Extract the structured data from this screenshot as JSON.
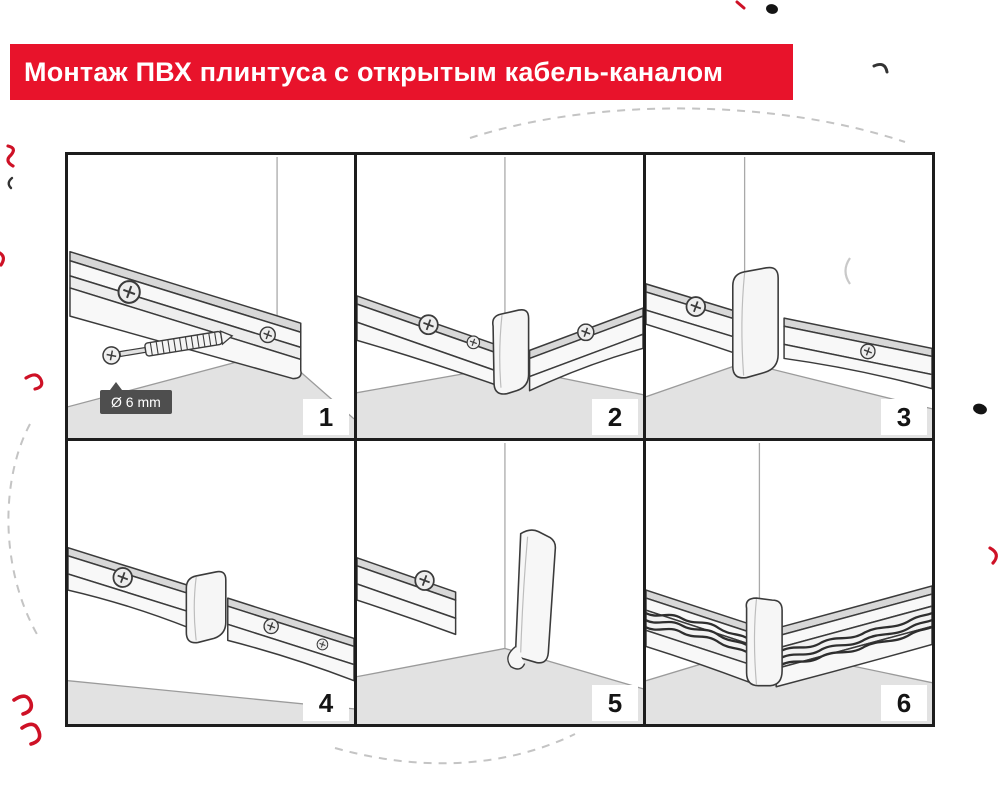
{
  "header": {
    "title": "Монтаж ПВХ плинтуса с открытым кабель-каналом"
  },
  "steps": [
    {
      "number": "1",
      "badge": "Ø 6 mm"
    },
    {
      "number": "2"
    },
    {
      "number": "3"
    },
    {
      "number": "4"
    },
    {
      "number": "5"
    },
    {
      "number": "6"
    }
  ],
  "colors": {
    "banner_red": "#E8132B",
    "floor_gray": "#E2E2E2",
    "outline": "#3B3B3B",
    "grid_border": "#1D1D1D",
    "decoration_red": "#CE1126",
    "decoration_gray": "#C4C4C4"
  }
}
